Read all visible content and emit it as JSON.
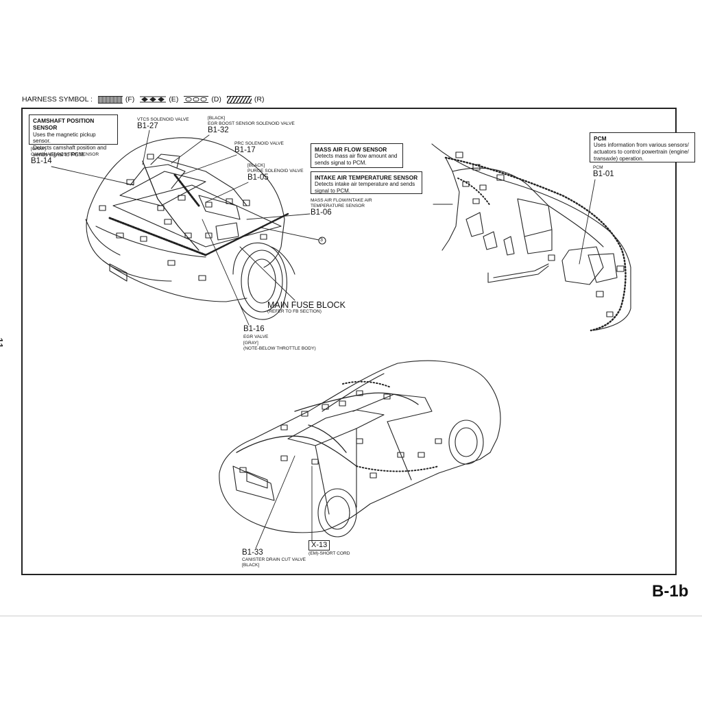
{
  "harness": {
    "label": "HARNESS SYMBOL :",
    "f": "(F)",
    "e": "(E)",
    "d": "(D)",
    "r": "(R)"
  },
  "page_number": "11",
  "page_code": "B-1b",
  "boxes": {
    "camshaft": {
      "title": "CAMSHAFT POSITION SENSOR",
      "lines": [
        "Uses the magnetic pickup sensor.",
        "Detects camshaft position and",
        "sends signal to PCM."
      ]
    },
    "maf": {
      "title": "MASS AIR FLOW SENSOR",
      "lines": [
        "Detects mass air flow amount and",
        "sends signal to PCM."
      ]
    },
    "iat": {
      "title": "INTAKE AIR TEMPERATURE SENSOR",
      "lines": [
        "Detects intake air temperature and sends",
        "signal to PCM."
      ]
    },
    "pcm": {
      "title": "PCM",
      "lines": [
        "Uses information from various sensors/",
        "actuators to control powertrain (engine/",
        "transaxle) operation."
      ]
    }
  },
  "connectors": {
    "b1_27": {
      "desc": "VTCS SOLENOID VALVE",
      "code": "B1-27"
    },
    "b1_32": {
      "color": "[BLACK]",
      "desc": "EGR BOOST SENSOR SOLENOID VALVE",
      "code": "B1-32"
    },
    "b1_17": {
      "desc": "PRC SOLENOID VALVE",
      "code": "B1-17"
    },
    "b1_05": {
      "color": "[BLACK]",
      "desc": "PURGE SOLENOID VALVE",
      "code": "B1-05"
    },
    "b1_14": {
      "color": "[GRAY]",
      "desc": "CAMSHAFT POSITION SENSOR",
      "code": "B1-14"
    },
    "b1_06": {
      "desc1": "MASS AIR FLOW/INTAKE AIR",
      "desc2": "TEMPERATURE SENSOR",
      "code": "B1-06"
    },
    "b1_01": {
      "desc": "PCM",
      "code": "B1-01"
    },
    "b1_16": {
      "code": "B1-16",
      "desc": "EGR VALVE",
      "color": "[GRAY]",
      "note": "(NOTE-BELOW THROTTLE BODY)"
    },
    "b1_33": {
      "code": "B1-33",
      "desc": "CANISTER DRAIN CUT VALVE",
      "color": "[BLACK]"
    },
    "x_13": {
      "code": "X-13",
      "desc": "(EM)-SHORT CORD"
    }
  },
  "main_fuse_block": {
    "title": "MAIN FUSE BLOCK",
    "ref": "(REFER TO FB SECTION)"
  },
  "callout_3": "3",
  "icons": [
    "engine-bay-illustration",
    "dashboard-pcm-illustration",
    "sedan-body-illustration"
  ]
}
